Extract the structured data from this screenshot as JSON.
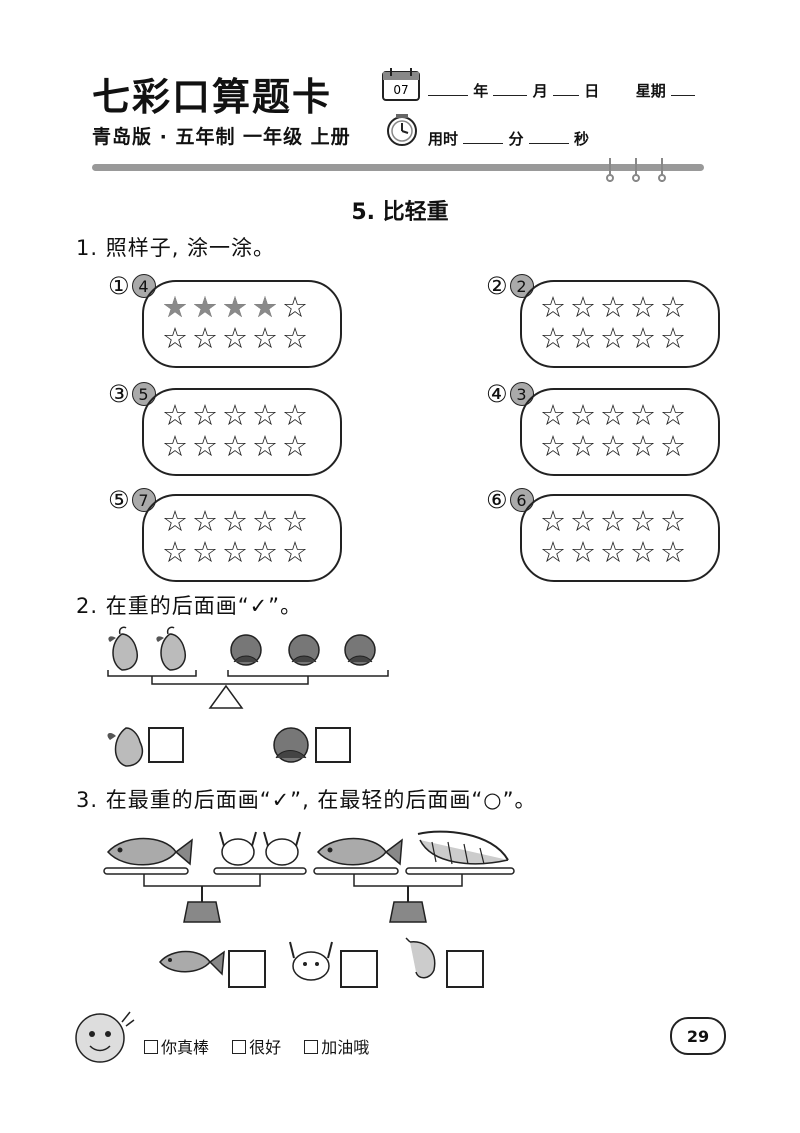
{
  "header": {
    "brand": "七彩口算题卡",
    "subtitle": "青岛版 · 五年制 一年级 上册",
    "calendar_day": "07",
    "date_labels": [
      "年",
      "月",
      "日",
      "星期"
    ],
    "time_label": "用时",
    "time_units": [
      "分",
      "秒"
    ]
  },
  "lesson_title": "5. 比轻重",
  "q1": {
    "prompt": "1. 照样子, 涂一涂。",
    "items": [
      {
        "marker": "①",
        "count": "4",
        "filled": 4
      },
      {
        "marker": "②",
        "count": "2",
        "filled": 0
      },
      {
        "marker": "③",
        "count": "5",
        "filled": 0
      },
      {
        "marker": "④",
        "count": "3",
        "filled": 0
      },
      {
        "marker": "⑤",
        "count": "7",
        "filled": 0
      },
      {
        "marker": "⑥",
        "count": "6",
        "filled": 0
      }
    ]
  },
  "q2": {
    "prompt": "2. 在重的后面画“✓”。"
  },
  "q3": {
    "prompt": "3. 在最重的后面画“✓”, 在最轻的后面画“○”。"
  },
  "footer": {
    "options": [
      "你真棒",
      "很好",
      "加油哦"
    ],
    "page_number": "29"
  },
  "icons": [
    "calendar-icon",
    "clock-icon",
    "pear-icon",
    "peach-icon",
    "fish-icon",
    "crab-icon",
    "shrimp-icon",
    "scale-icon",
    "mascot-icon"
  ]
}
